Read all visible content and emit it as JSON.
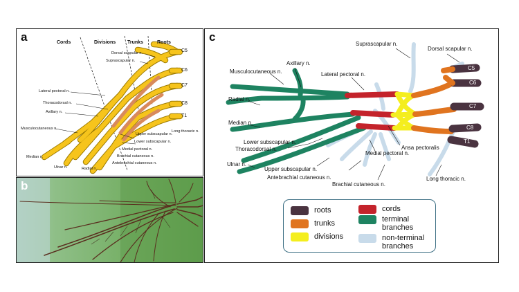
{
  "panel_a": {
    "label": "a",
    "headers": {
      "cords": "Cords",
      "divisions": "Divisions",
      "trunks": "Trunks",
      "roots": "Roots"
    },
    "roots": [
      "C5",
      "C6",
      "C7",
      "C8",
      "T1"
    ],
    "labels": {
      "dorsal_scapular": "Dorsal scapular n.",
      "suprascapular": "Suprascapular n.",
      "lateral_pectoral": "Lateral pectoral n.",
      "thoracodorsal": "Thoracodorsal n.",
      "axillary": "Axillary n.",
      "musculocutaneous": "Musculocutaneous n.",
      "median": "Median n.",
      "ulnar": "Ulnar n.",
      "radial": "Radial n.",
      "upper_subscapular": "Upper subscapular n.",
      "lower_subscapular": "Lower subscapular n.",
      "long_thoracic": "Long thoracic n.",
      "medial_pectoral": "Medial pectoral n.",
      "brachial_cutaneous": "Brachial cutaneous n.",
      "antebrachial_cutaneous": "Antebrachial cutaneous n."
    }
  },
  "panel_b": {
    "label": "b"
  },
  "panel_c": {
    "label": "c",
    "roots": [
      "C5",
      "C6",
      "C7",
      "C8",
      "T1"
    ],
    "labels": {
      "suprascapular": "Suprascapular n.",
      "dorsal_scapular": "Dorsal scapular n.",
      "axillary": "Axillary n.",
      "musculocutaneous": "Musculocutaneous n.",
      "lateral_pectoral": "Lateral pectoral n.",
      "radial": "Radial n.",
      "median": "Median n.",
      "lower_subscapular": "Lower subscapular n.",
      "thoracodorsal": "Thoracodorsal n.",
      "ansa_pectoralis": "Ansa pectoralis",
      "ulnar": "Ulnar n.",
      "medial_pectoral": "Medial pectoral n.",
      "upper_subscapular": "Upper subscapular n.",
      "long_thoracic": "Long thoracic n.",
      "antebrachial_cutaneous": "Antebrachial cutaneous n.",
      "brachial_cutaneous": "Brachial cutaneous n."
    },
    "legend": [
      {
        "label": "roots",
        "color": "#4a3340"
      },
      {
        "label": "trunks",
        "color": "#e0741f"
      },
      {
        "label": "divisions",
        "color": "#f4ee1e"
      },
      {
        "label": "cords",
        "color": "#c4232b"
      },
      {
        "label": "terminal branches",
        "color": "#1e8361"
      },
      {
        "label": "non-terminal branches",
        "color": "#c8dbea"
      }
    ]
  }
}
